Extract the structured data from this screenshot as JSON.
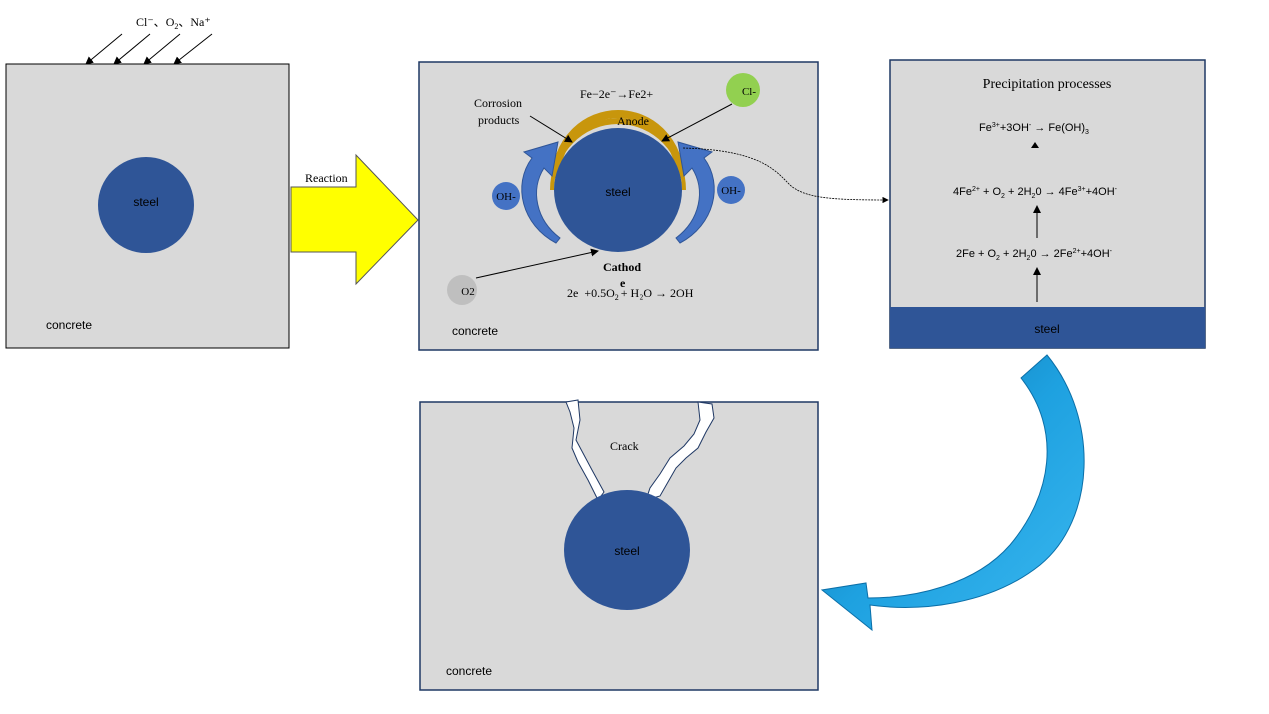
{
  "panel1": {
    "ions": [
      "Cl⁻",
      "O",
      "2",
      "Na⁺"
    ],
    "steel": "steel",
    "concrete": "concrete"
  },
  "arrow1": {
    "label": "Reaction"
  },
  "panel2": {
    "anode_reaction": "Fe−2e⁻→Fe2+",
    "corrosion_products_line1": "Corrosion",
    "corrosion_products_line2": "products",
    "anode": "Anode",
    "chloride": "Cl-",
    "oh_left": "OH-",
    "oh_right": "OH-",
    "steel": "steel",
    "cathode_line1": "Cathod",
    "cathode_line2": "e",
    "oxygen": "O2",
    "cathode_reaction_pre": "2e",
    "cathode_reaction_mid": "+0.5O",
    "cathode_reaction_sub": "2",
    "cathode_reaction_post": "+ H₂O → 2OH",
    "concrete": "concrete"
  },
  "panel3": {
    "title": "Precipitation processes",
    "eq3": {
      "a": "Fe",
      "a_sup": "3+",
      "b": "+3OH",
      "b_sup": "-",
      "c": " → Fe(OH)",
      "c_sub": "3"
    },
    "eq2": {
      "a": "4Fe",
      "a_sup": "2+",
      "b": " + O",
      "b_sub": "2",
      "c": " + 2H",
      "c_sub": "2",
      "d": "0 → 4Fe",
      "d_sup": "3+",
      "e": "+4OH",
      "e_sup": "-"
    },
    "eq1": {
      "a": "2Fe + O",
      "a_sub": "2",
      "b": " + 2H",
      "b_sub": "2",
      "c": "0 → 2Fe",
      "c_sup": "2+",
      "d": "+4OH",
      "d_sup": "-"
    },
    "steel": "steel"
  },
  "panel4": {
    "crack": "Crack",
    "steel": "steel",
    "concrete": "concrete"
  },
  "colors": {
    "concrete": "#d9d9d9",
    "steel": "#2f5597",
    "rust": "#c8960c",
    "reaction_arrow": "#ffff00",
    "oh_ion": "#4472c4",
    "chloride_ion": "#92d050",
    "oxygen": "#bfbfbf",
    "return_arrow": "#1ea1e0"
  }
}
